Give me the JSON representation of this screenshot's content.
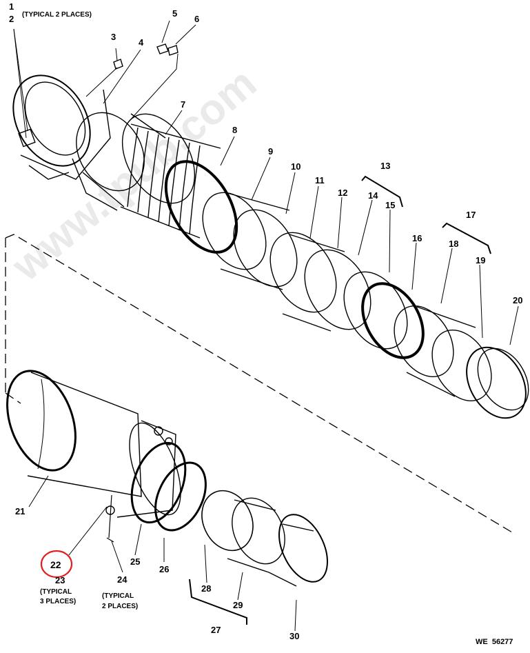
{
  "watermark": "www.tpub.com",
  "figure_id": "WE  56277",
  "callouts": [
    {
      "id": "c1",
      "text": "1"
    },
    {
      "id": "c2",
      "text": "2"
    },
    {
      "id": "c2note",
      "text": "(TYPICAL 2 PLACES)"
    },
    {
      "id": "c3",
      "text": "3"
    },
    {
      "id": "c4",
      "text": "4"
    },
    {
      "id": "c5",
      "text": "5"
    },
    {
      "id": "c6",
      "text": "6"
    },
    {
      "id": "c7",
      "text": "7"
    },
    {
      "id": "c8",
      "text": "8"
    },
    {
      "id": "c9",
      "text": "9"
    },
    {
      "id": "c10",
      "text": "10"
    },
    {
      "id": "c11",
      "text": "11"
    },
    {
      "id": "c12",
      "text": "12"
    },
    {
      "id": "c13",
      "text": "13"
    },
    {
      "id": "c14",
      "text": "14"
    },
    {
      "id": "c15",
      "text": "15"
    },
    {
      "id": "c16",
      "text": "16"
    },
    {
      "id": "c17",
      "text": "17"
    },
    {
      "id": "c18",
      "text": "18"
    },
    {
      "id": "c19",
      "text": "19"
    },
    {
      "id": "c20",
      "text": "20"
    },
    {
      "id": "c21",
      "text": "21"
    },
    {
      "id": "c22",
      "text": "22"
    },
    {
      "id": "c23",
      "text": "23"
    },
    {
      "id": "c23note1",
      "text": "(TYPICAL"
    },
    {
      "id": "c23note2",
      "text": "3 PLACES)"
    },
    {
      "id": "c24",
      "text": "24"
    },
    {
      "id": "c24note1",
      "text": "(TYPICAL"
    },
    {
      "id": "c24note2",
      "text": "2 PLACES)"
    },
    {
      "id": "c25",
      "text": "25"
    },
    {
      "id": "c26",
      "text": "26"
    },
    {
      "id": "c27",
      "text": "27"
    },
    {
      "id": "c28",
      "text": "28"
    },
    {
      "id": "c29",
      "text": "29"
    },
    {
      "id": "c30",
      "text": "30"
    }
  ],
  "highlight_color": "#e02020"
}
